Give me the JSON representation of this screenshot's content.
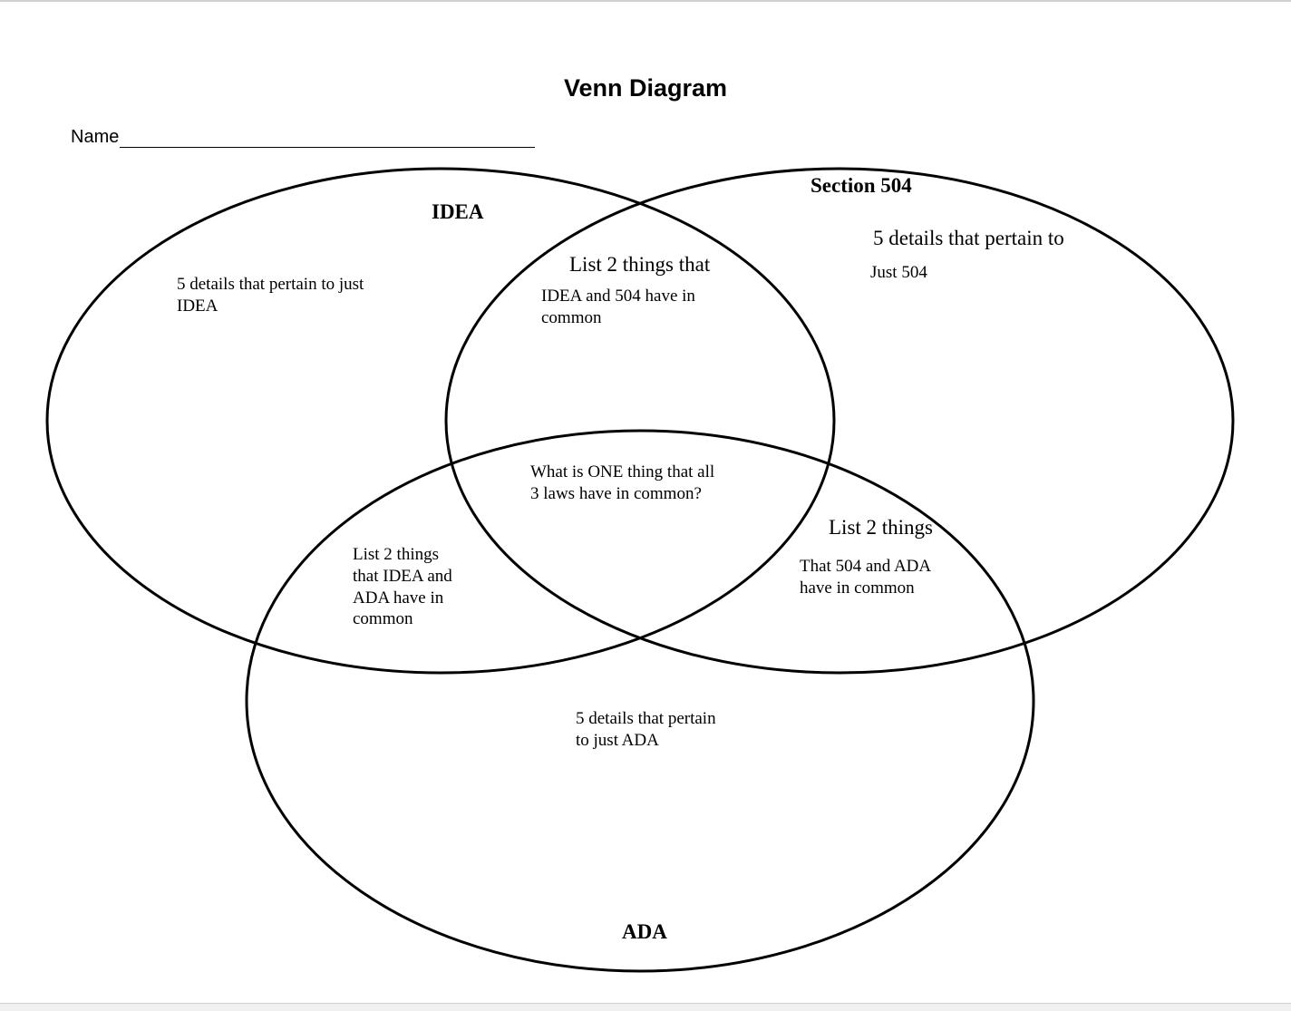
{
  "title": "Venn Diagram",
  "name_label": "Name",
  "circles": {
    "idea": {
      "label": "IDEA",
      "prompt": "5 details that pertain to just\nIDEA"
    },
    "section504": {
      "label": "Section 504",
      "prompt_line1": "5 details that pertain to",
      "prompt_line2": "Just 504"
    },
    "ada": {
      "label": "ADA",
      "prompt": "5 details that pertain\nto just ADA"
    }
  },
  "overlaps": {
    "idea_504": {
      "line1": "List 2 things that",
      "line2": "IDEA and 504 have in\ncommon"
    },
    "idea_ada": {
      "text": "List 2 things\nthat IDEA and\nADA have in\ncommon"
    },
    "ada_504": {
      "line1": "List 2 things",
      "line2": "That 504 and ADA\nhave in common"
    },
    "all_three": {
      "text": "What is ONE thing that all\n3 laws have in common?"
    }
  }
}
